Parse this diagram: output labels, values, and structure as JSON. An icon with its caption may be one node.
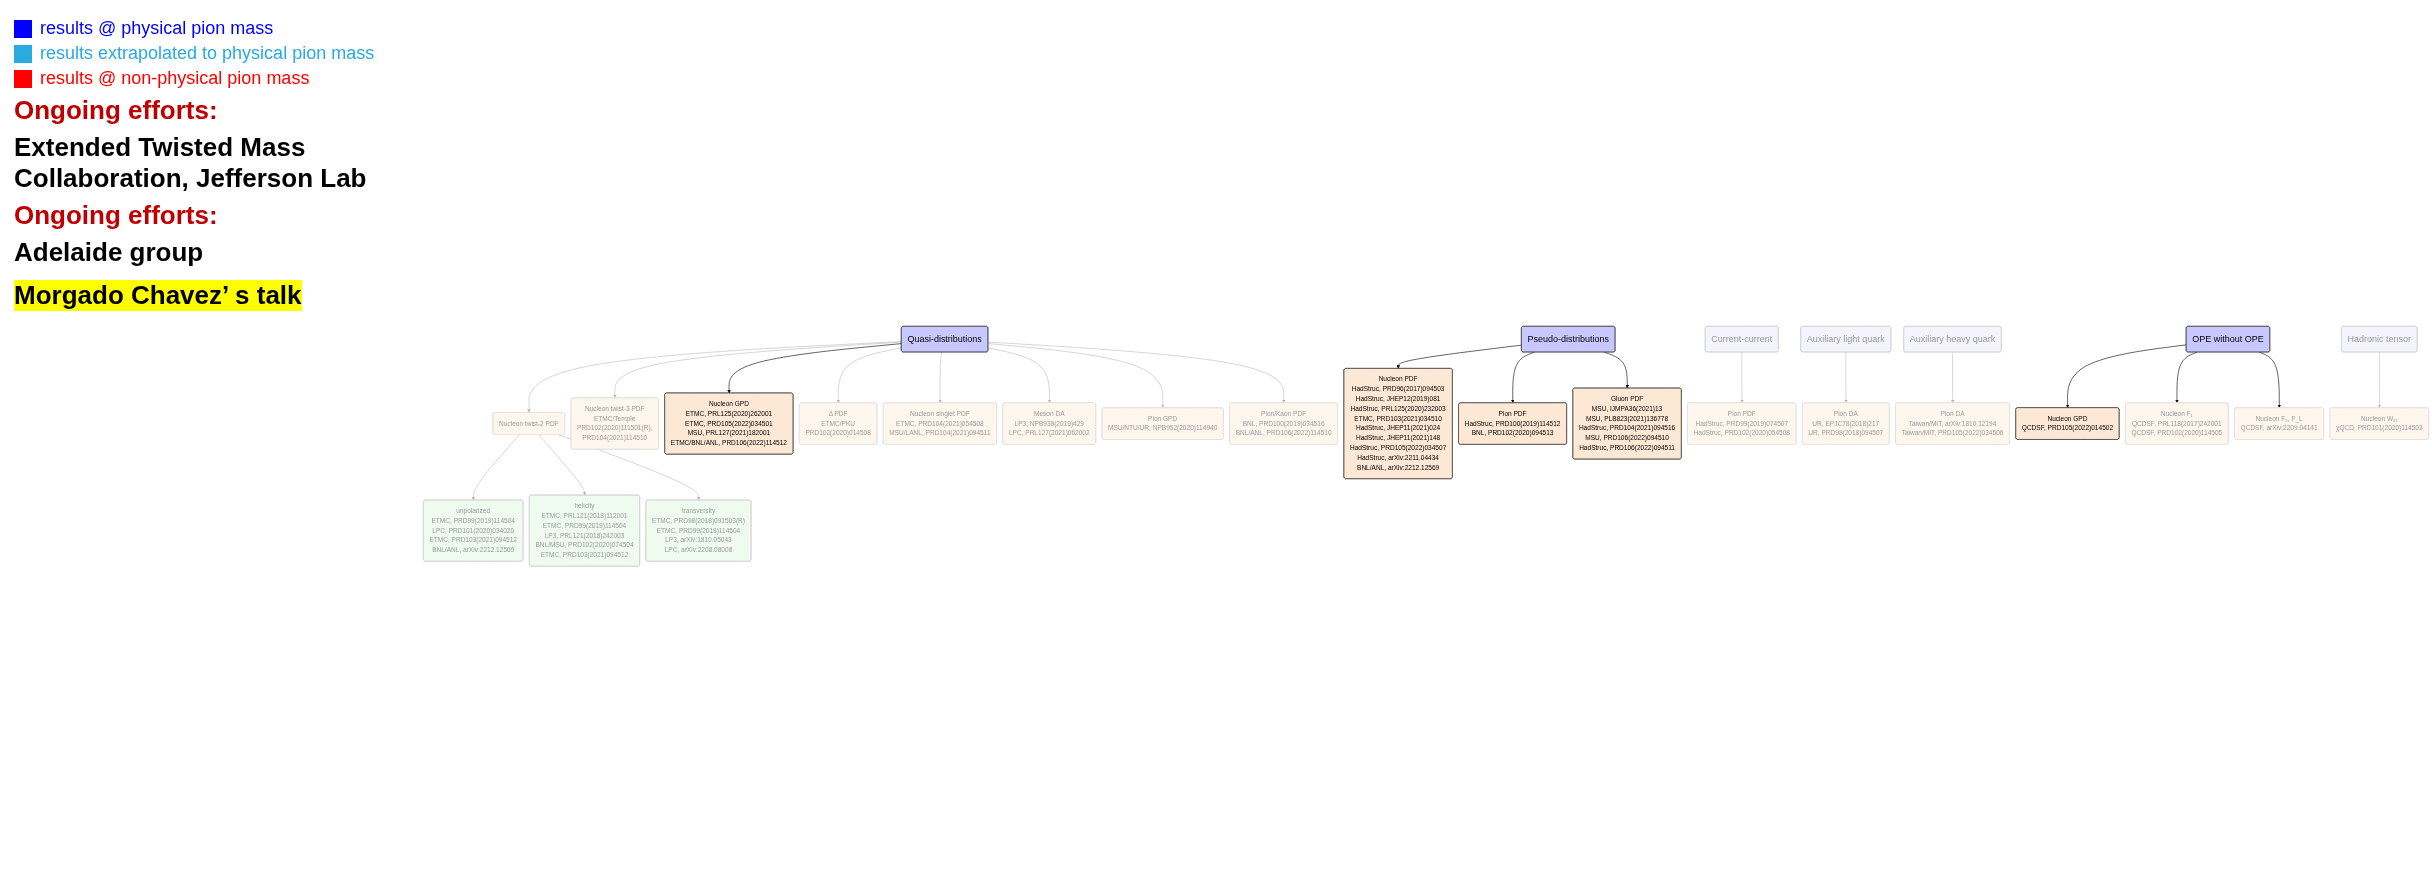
{
  "diagram": {
    "nodes": [
      {
        "text": [
          "Quasi-distributions"
        ]
      },
      {
        "text": [
          "Nucleon twist-2 PDF"
        ]
      },
      {
        "text": [
          "unpolarized",
          "ETMC, PRD99(2019)114504",
          "LPC, PRD101(2020)034020",
          "ETMC, PRD103(2021)094512",
          "BNL/ANL, arXiv:2212.12569"
        ]
      },
      {
        "text": [
          "helicity",
          "ETMC, PRL121(2018)112001",
          "ETMC, PRD99(2019)114504",
          "LP3, PRL121(2018)242003",
          "BNL/MSU, PRD102(2020)074504",
          "ETMC, PRD103(2021)094512"
        ]
      },
      {
        "text": [
          "transversity",
          "ETMC, PRD98(2018)091503(R)",
          "ETMC, PRD99(2019)114504",
          "LP3, arXiv:1810.05043",
          "LPC, arXiv:2208.08008"
        ]
      },
      {
        "text": [
          "Nucleon twist-3 PDF",
          "ETMC/Temple",
          "PRD102(2020)111501(R),",
          "PRD104(2021)114510"
        ]
      },
      {
        "text": [
          "Nucleon GPD",
          "ETMC, PRL125(2020)262001",
          "ETMC, PRD105(2022)034501",
          "MSU, PRL127(2021)182001",
          "ETMC/BNL/ANL, PRD106(2022)114512"
        ]
      },
      {
        "text": [
          "Δ PDF",
          "ETMC/PKU",
          "PRD102(2020)014508"
        ]
      },
      {
        "text": [
          "Nucleon singlet PDF",
          "ETMC, PRD104(2021)054508",
          "MSU/LANL, PRD104(2021)094511"
        ]
      },
      {
        "text": [
          "Meson DA",
          "LP3, NPB939(2019)429",
          "LPC, PRL127(2021)062002"
        ]
      },
      {
        "text": [
          "Pion GPD",
          "MSU/NTU/UR, NPB952(2020)114940"
        ]
      },
      {
        "text": [
          "Pion/Kaon PDF",
          "BNL, PRD100(2019)034516",
          "BNL/ANL, PRD106(2022)114510"
        ]
      },
      {
        "text": [
          "Pseudo-distributions"
        ]
      },
      {
        "text": [
          "Nucleon PDF",
          "HadStruc, PRD96(2017)094503",
          "HadStruc, JHEP12(2019)081",
          "HadStruc, PRL125(2020)232003",
          "ETMC, PRD103(2021)034510",
          "HadStruc, JHEP11(2021)024",
          "HadStruc, JHEP11(2021)148",
          "HadStruc, PRD105(2022)034507",
          "HadStruc, arXiv:2211.04434",
          "BNL/ANL, arXiv:2212.12569"
        ]
      },
      {
        "text": [
          "Pion PDF",
          "HadStruc, PRD100(2019)114512",
          "BNL, PRD102(2020)094513"
        ]
      },
      {
        "text": [
          "Gluon PDF",
          "MSU, IJMPA36(2021)13",
          "MSU, PLB823(2021)136778",
          "HadStruc, PRD104(2021)094516",
          "MSU, PRD106(2022)094510",
          "HadStruc, PRD106(2022)094511"
        ]
      },
      {
        "text": [
          "Current-current"
        ]
      },
      {
        "text": [
          "Pion PDF",
          "HadStruc, PRD99(2019)074507",
          "HadStruc, PRD102(2020)054508"
        ]
      },
      {
        "text": [
          "Auxiliary light quark"
        ]
      },
      {
        "text": [
          "Pion DA",
          "UR, EPJC78(2018)217",
          "UR, PRD98(2018)094507"
        ]
      },
      {
        "text": [
          "Auxiliary heavy quark"
        ]
      },
      {
        "text": [
          "Pion DA",
          "Taiwan/MIT, arXiv:1810.12194",
          "Taiwan/MIT, PRD105(2022)034506"
        ]
      },
      {
        "text": [
          "OPE without OPE"
        ]
      },
      {
        "text": [
          "Nucleon GPD",
          "QCDSF, PRD105(2022)014502"
        ]
      },
      {
        "text": [
          "Nucleon F₁",
          "QCDSF, PRL118(2017)242001",
          "QCDSF, PRD102(2020)114505"
        ]
      },
      {
        "text": [
          "Nucleon F₂, F_L",
          "QCDSF, arXiv:2209.04141"
        ]
      },
      {
        "text": [
          "Hadronic tensor"
        ]
      },
      {
        "text": [
          "Nucleon W₁₁",
          "χQCD, PRD101(2020)114503"
        ]
      }
    ],
    "edges": [
      {
        "from": 0,
        "to": 1,
        "arrow": "to"
      },
      {
        "from": 0,
        "to": 5,
        "arrow": "to"
      },
      {
        "from": 0,
        "to": 6,
        "arrow": "to",
        "color": "#000000"
      },
      {
        "from": 0,
        "to": 7,
        "arrow": "to"
      },
      {
        "from": 0,
        "to": 8,
        "arrow": "to"
      },
      {
        "from": 0,
        "to": 9,
        "arrow": "to"
      },
      {
        "from": 0,
        "to": 10,
        "arrow": "to"
      },
      {
        "from": 0,
        "to": 11,
        "arrow": "to"
      },
      {
        "from": 1,
        "to": 2,
        "arrow": "to"
      },
      {
        "from": 1,
        "to": 3,
        "arrow": "to"
      },
      {
        "from": 1,
        "to": 4,
        "arrow": "to"
      },
      {
        "from": 12,
        "to": 13,
        "arrow": "to",
        "color": "#000000"
      },
      {
        "from": 12,
        "to": 14,
        "arrow": "to",
        "color": "#000000"
      },
      {
        "from": 12,
        "to": 15,
        "arrow": "to",
        "color": "#000000"
      },
      {
        "from": 16,
        "to": 17,
        "arrow": "to"
      },
      {
        "from": 18,
        "to": 19,
        "arrow": "to"
      },
      {
        "from": 20,
        "to": 21,
        "arrow": "to"
      },
      {
        "from": 22,
        "to": 23,
        "arrow": "to",
        "color": "#000000"
      },
      {
        "from": 22,
        "to": 24,
        "arrow": "to",
        "color": "#000000"
      },
      {
        "from": 22,
        "to": 25,
        "arrow": "to",
        "color": "#000000"
      },
      {
        "from": 26,
        "to": 27,
        "arrow": "to"
      }
    ],
    "labels": [
      "Ongoing efforts:",
      "Extended Twisted Mass Collaboration, Jefferson Lab",
      "Ongoing efforts:",
      "Adelaide group",
      "Morgado Chavez’ s talk"
    ],
    "legend": [
      {
        "text": "results @ physical pion mass",
        "color": "#0000ff"
      },
      {
        "text": "results extrapolated to physical pion mass",
        "color": "#29abe2"
      },
      {
        "text": "results @ non-physical pion mass",
        "color": "#ff0000"
      }
    ]
  }
}
